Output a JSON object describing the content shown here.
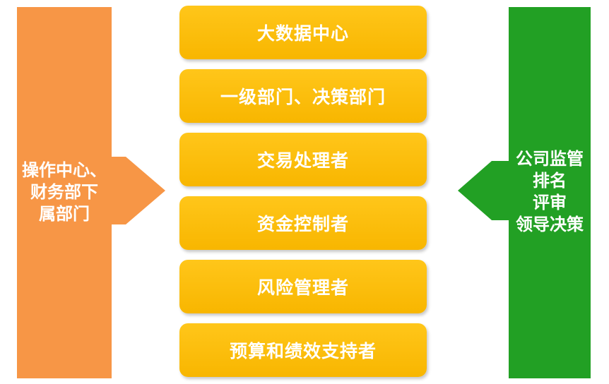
{
  "left_panel": {
    "text": "操作中心、\n财务部下\n属部门",
    "color": "#f79646"
  },
  "right_panel": {
    "text": "公司监管\n排名\n评审\n领导决策",
    "color": "#22a024"
  },
  "boxes": [
    {
      "label": "大数据中心"
    },
    {
      "label": "一级部门、决策部门"
    },
    {
      "label": "交易处理者"
    },
    {
      "label": "资金控制者"
    },
    {
      "label": "风险管理者"
    },
    {
      "label": "预算和绩效支持者"
    }
  ],
  "box_color": "#ffc000"
}
